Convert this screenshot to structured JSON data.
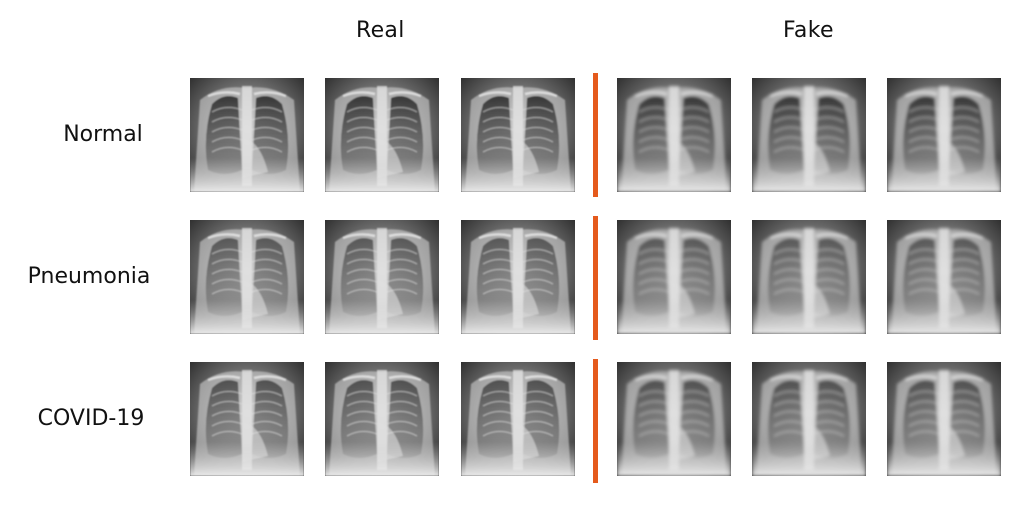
{
  "columns": {
    "real": "Real",
    "fake": "Fake"
  },
  "rows": [
    {
      "label": "Normal",
      "class": "normal"
    },
    {
      "label": "Pneumonia",
      "class": "pneumonia"
    },
    {
      "label": "COVID-19",
      "class": "covid"
    }
  ],
  "colors": {
    "divider": "#e55a1c",
    "background": "#ffffff",
    "text": "#111111"
  },
  "image_kind": "chest-x-ray"
}
